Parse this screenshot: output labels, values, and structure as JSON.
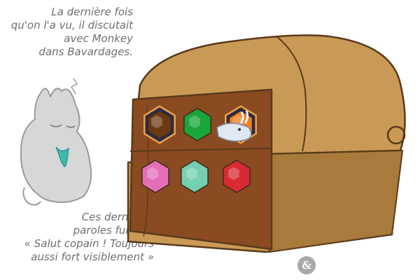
{
  "captions": {
    "top": "La dernière fois\nqu'on l'a vu, il discutait\navec Monkey\ndans Bavardages.",
    "bottom": "Ces dernières\nparoles furent :\n« Salut copain ! Toujours\naussi fort visiblement »"
  },
  "chest": {
    "slots_top": [
      {
        "gem": "brown",
        "color": "#6b3a12",
        "framed": true
      },
      {
        "gem": "green",
        "color": "#1aa63a",
        "framed": false
      },
      {
        "gem": "orange",
        "color": "#f07f1e",
        "framed": true,
        "figure": "fish-creature"
      }
    ],
    "slots_bottom": [
      {
        "gem": "pink",
        "color": "#e46fb8",
        "framed": false
      },
      {
        "gem": "teal",
        "color": "#74d0b0",
        "framed": false
      },
      {
        "gem": "red",
        "color": "#d92a33",
        "framed": false
      }
    ],
    "colors": {
      "wood": "#c99a55",
      "wood_dark": "#a87a3c",
      "panel": "#8a4a22",
      "outline": "#5a3a1a"
    }
  },
  "character": {
    "name": "grey-rabbit",
    "scarf_color": "#3fbcaa"
  },
  "logo": {
    "glyph": "&"
  }
}
